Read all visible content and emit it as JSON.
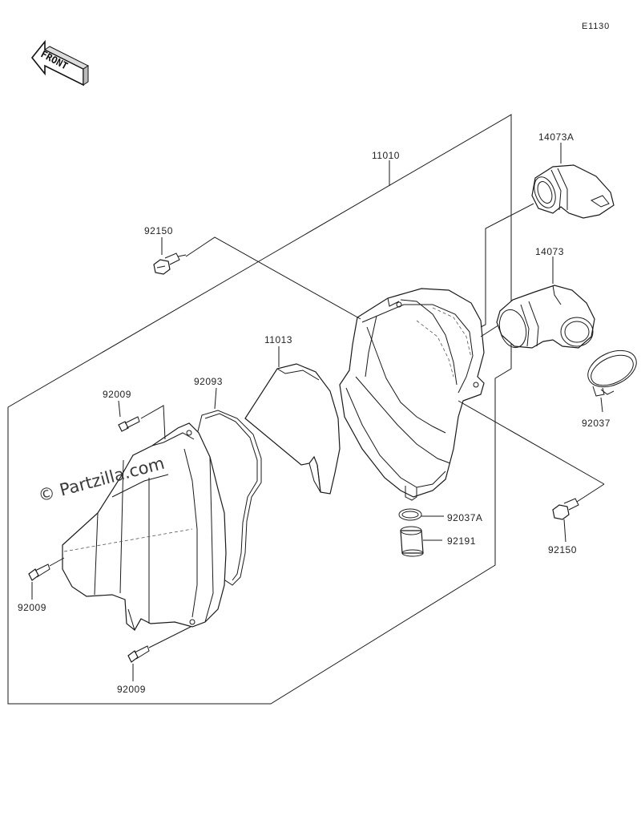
{
  "diagram_code": "E1130",
  "front_label": "FRONT",
  "watermark": "© Partzilla.com",
  "parts": [
    {
      "id": "11010",
      "label": "11010"
    },
    {
      "id": "14073A",
      "label": "14073A"
    },
    {
      "id": "14073",
      "label": "14073"
    },
    {
      "id": "92150-top",
      "label": "92150"
    },
    {
      "id": "11013",
      "label": "11013"
    },
    {
      "id": "92093",
      "label": "92093"
    },
    {
      "id": "92009-top",
      "label": "92009"
    },
    {
      "id": "92037",
      "label": "92037"
    },
    {
      "id": "92037A",
      "label": "92037A"
    },
    {
      "id": "92191",
      "label": "92191"
    },
    {
      "id": "92150-right",
      "label": "92150"
    },
    {
      "id": "92009-left",
      "label": "92009"
    },
    {
      "id": "92009-bottom",
      "label": "92009"
    }
  ]
}
